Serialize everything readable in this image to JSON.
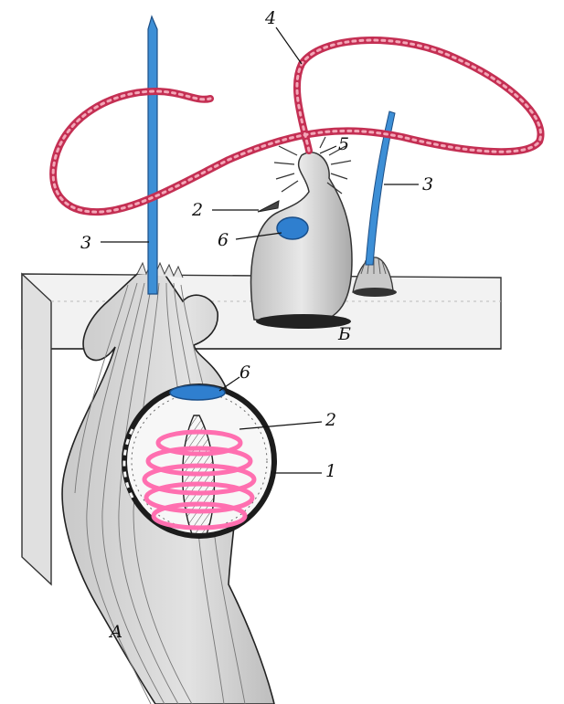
{
  "labels": {
    "one": "1",
    "two_a": "2",
    "two_b": "2",
    "three_a": "3",
    "three_b": "3",
    "four": "4",
    "five": "5",
    "six_a": "6",
    "six_b": "6",
    "panel_a": "А",
    "panel_b": "Б"
  },
  "colors": {
    "thread": "#d23a5c",
    "thread_highlight": "#f3a7b8",
    "filament": "#3d8fd6",
    "cap": "#2f7fcf",
    "coil": "#ff6fb0",
    "capsule_wall": "#1c1c1c",
    "tissue": "#d6d6d6",
    "surface": "#eeeeee"
  }
}
